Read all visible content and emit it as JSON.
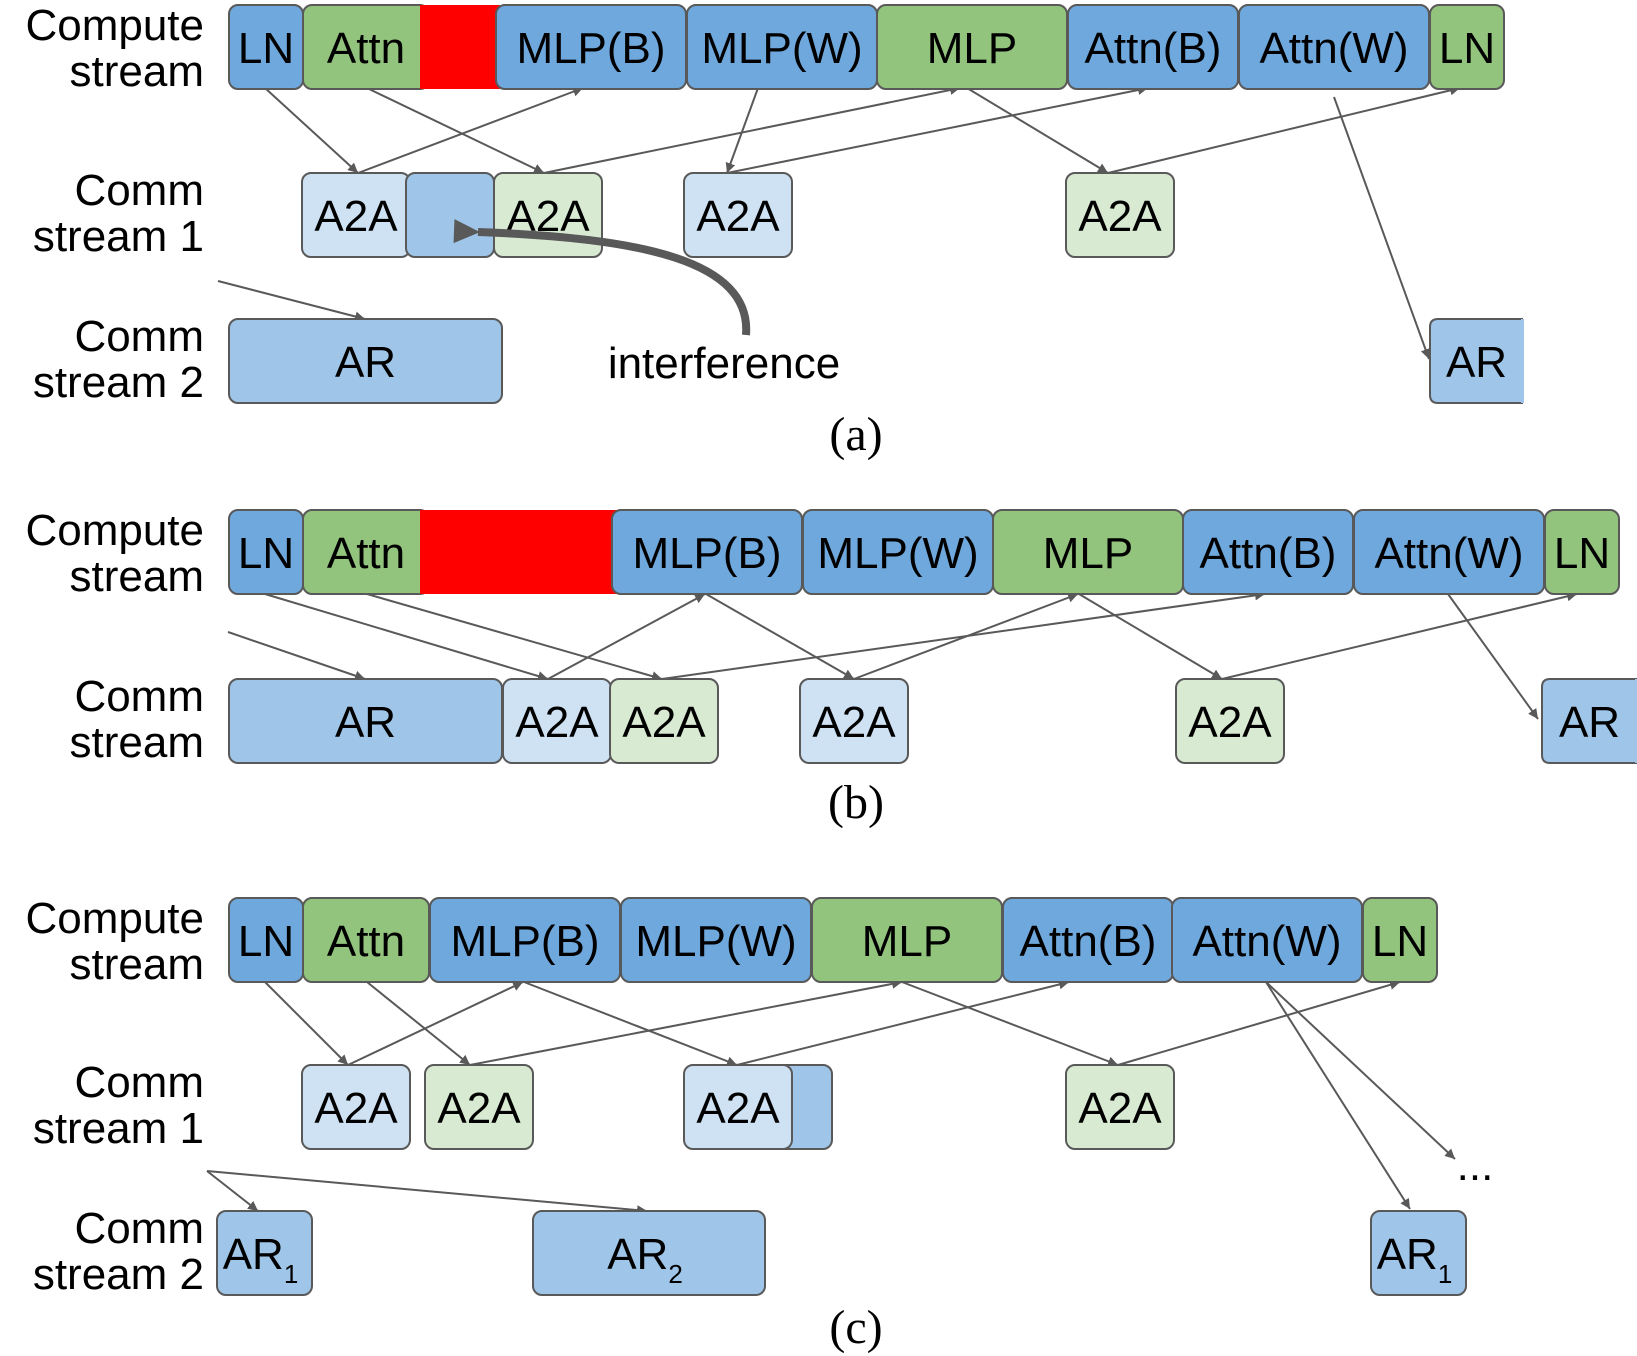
{
  "colors": {
    "compute_blue": "#6fa8dc",
    "compute_green": "#93c47d",
    "comm_blue": "#9fc5e8",
    "comm_light_blue": "#cfe2f3",
    "comm_light_green": "#d9ead3",
    "stall_red": "#ff0000",
    "border": "#595959",
    "arrow": "#595959"
  },
  "panels": [
    {
      "caption": "(a)",
      "lanes": [
        {
          "id": "compute",
          "lines": [
            "Compute",
            "stream"
          ]
        },
        {
          "id": "comm1",
          "lines": [
            "Comm",
            "stream 1"
          ]
        },
        {
          "id": "comm2",
          "lines": [
            "Comm",
            "stream 2"
          ]
        }
      ],
      "blocks": [
        {
          "id": "ln1",
          "label": "LN",
          "color": "compute_blue"
        },
        {
          "id": "attn",
          "label": "Attn",
          "color": "compute_green"
        },
        {
          "id": "stall",
          "label": "",
          "color": "stall_red"
        },
        {
          "id": "mlpb",
          "label": "MLP(B)",
          "color": "compute_blue"
        },
        {
          "id": "mlpw",
          "label": "MLP(W)",
          "color": "compute_blue"
        },
        {
          "id": "mlp",
          "label": "MLP",
          "color": "compute_green"
        },
        {
          "id": "attnb",
          "label": "Attn(B)",
          "color": "compute_blue"
        },
        {
          "id": "attnw",
          "label": "Attn(W)",
          "color": "compute_blue"
        },
        {
          "id": "ln2",
          "label": "LN",
          "color": "compute_green"
        },
        {
          "id": "c1a",
          "label": "A2A",
          "color": "comm_light_blue"
        },
        {
          "id": "c1ext",
          "label": "",
          "color": "comm_blue"
        },
        {
          "id": "c1b",
          "label": "A2A",
          "color": "comm_light_green"
        },
        {
          "id": "c1c",
          "label": "A2A",
          "color": "comm_light_blue"
        },
        {
          "id": "c1d",
          "label": "A2A",
          "color": "comm_light_green"
        },
        {
          "id": "ar1",
          "label": "AR",
          "color": "comm_blue"
        },
        {
          "id": "ar2",
          "label": "AR",
          "color": "comm_blue"
        }
      ],
      "annotation": "interference"
    },
    {
      "caption": "(b)",
      "lanes": [
        {
          "id": "compute",
          "lines": [
            "Compute",
            "stream"
          ]
        },
        {
          "id": "comm",
          "lines": [
            "Comm",
            "stream"
          ]
        }
      ],
      "blocks": [
        {
          "id": "ln1",
          "label": "LN",
          "color": "compute_blue"
        },
        {
          "id": "attn",
          "label": "Attn",
          "color": "compute_green"
        },
        {
          "id": "stall",
          "label": "",
          "color": "stall_red"
        },
        {
          "id": "mlpb",
          "label": "MLP(B)",
          "color": "compute_blue"
        },
        {
          "id": "mlpw",
          "label": "MLP(W)",
          "color": "compute_blue"
        },
        {
          "id": "mlp",
          "label": "MLP",
          "color": "compute_green"
        },
        {
          "id": "attnb",
          "label": "Attn(B)",
          "color": "compute_blue"
        },
        {
          "id": "attnw",
          "label": "Attn(W)",
          "color": "compute_blue"
        },
        {
          "id": "ln2",
          "label": "LN",
          "color": "compute_green"
        },
        {
          "id": "ar1",
          "label": "AR",
          "color": "comm_blue"
        },
        {
          "id": "c1a",
          "label": "A2A",
          "color": "comm_light_blue"
        },
        {
          "id": "c1b",
          "label": "A2A",
          "color": "comm_light_green"
        },
        {
          "id": "c1c",
          "label": "A2A",
          "color": "comm_light_blue"
        },
        {
          "id": "c1d",
          "label": "A2A",
          "color": "comm_light_green"
        },
        {
          "id": "ar2",
          "label": "AR",
          "color": "comm_blue"
        }
      ]
    },
    {
      "caption": "(c)",
      "lanes": [
        {
          "id": "compute",
          "lines": [
            "Compute",
            "stream"
          ]
        },
        {
          "id": "comm1",
          "lines": [
            "Comm",
            "stream 1"
          ]
        },
        {
          "id": "comm2",
          "lines": [
            "Comm",
            "stream 2"
          ]
        }
      ],
      "blocks": [
        {
          "id": "ln1",
          "label": "LN",
          "color": "compute_blue"
        },
        {
          "id": "attn",
          "label": "Attn",
          "color": "compute_green"
        },
        {
          "id": "mlpb",
          "label": "MLP(B)",
          "color": "compute_blue"
        },
        {
          "id": "mlpw",
          "label": "MLP(W)",
          "color": "compute_blue"
        },
        {
          "id": "mlp",
          "label": "MLP",
          "color": "compute_green"
        },
        {
          "id": "attnb",
          "label": "Attn(B)",
          "color": "compute_blue"
        },
        {
          "id": "attnw",
          "label": "Attn(W)",
          "color": "compute_blue"
        },
        {
          "id": "ln2",
          "label": "LN",
          "color": "compute_green"
        },
        {
          "id": "c1a",
          "label": "A2A",
          "color": "comm_light_blue"
        },
        {
          "id": "c1b",
          "label": "A2A",
          "color": "comm_light_green"
        },
        {
          "id": "c1cext",
          "label": "",
          "color": "comm_blue"
        },
        {
          "id": "c1c",
          "label": "A2A",
          "color": "comm_light_blue"
        },
        {
          "id": "c1d",
          "label": "A2A",
          "color": "comm_light_green"
        },
        {
          "id": "ar1",
          "label": "AR",
          "sub": "1",
          "color": "comm_blue"
        },
        {
          "id": "ar2",
          "label": "AR",
          "sub": "2",
          "color": "comm_blue"
        },
        {
          "id": "ar3",
          "label": "AR",
          "sub": "1",
          "color": "comm_blue"
        }
      ],
      "ellipsis": "..."
    }
  ]
}
